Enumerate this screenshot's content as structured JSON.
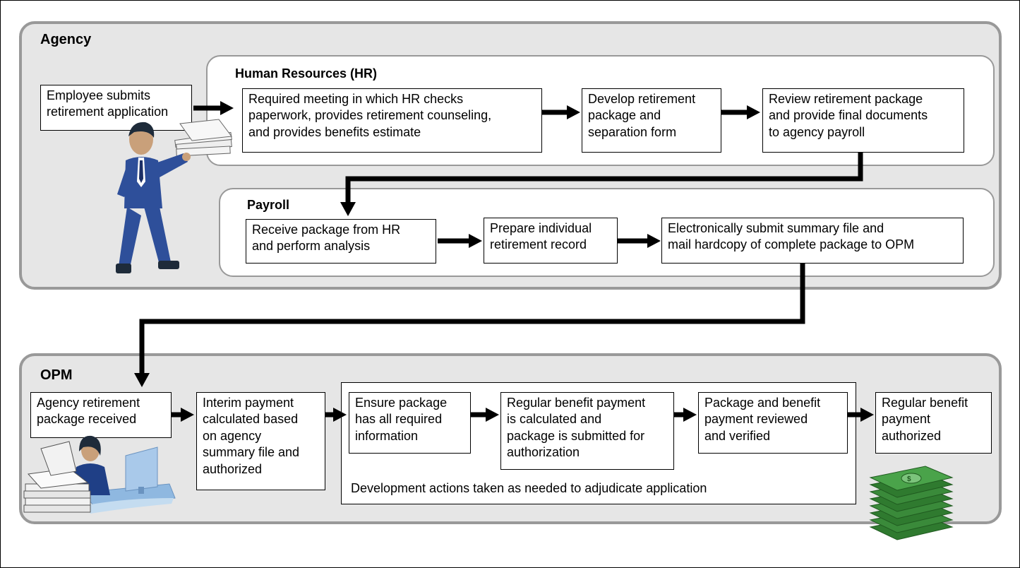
{
  "agency": {
    "title": "Agency",
    "employee_box": "Employee submits\nretirement application",
    "hr": {
      "title": "Human Resources (HR)",
      "step1": "Required meeting in which HR checks\npaperwork, provides retirement counseling,\nand provides benefits estimate",
      "step2": "Develop retirement\npackage and\nseparation form",
      "step3": "Review retirement package\nand provide final documents\nto agency payroll"
    },
    "payroll": {
      "title": "Payroll",
      "step1": "Receive package from HR\nand perform analysis",
      "step2": "Prepare individual\nretirement record",
      "step3": "Electronically submit summary file and\nmail hardcopy of complete package to OPM"
    }
  },
  "opm": {
    "title": "OPM",
    "step1": "Agency retirement\npackage received",
    "step2": "Interim payment\ncalculated based\non agency\nsummary file and\nauthorized",
    "dev_step1": "Ensure package\nhas all required\ninformation",
    "dev_step2": "Regular benefit payment\nis calculated and\npackage is submitted for\nauthorization",
    "dev_step3": "Package and benefit\npayment reviewed\nand verified",
    "dev_caption": "Development actions taken as needed to adjudicate application",
    "final_step": "Regular benefit\npayment\nauthorized"
  },
  "icons": [
    "employee-with-papers-icon",
    "clerk-at-desk-icon",
    "money-stack-icon"
  ],
  "colors": {
    "section_fill": "#e6e6e6",
    "section_border": "#999999",
    "suit": "#2e4f9a",
    "money": "#3a8a3a"
  }
}
